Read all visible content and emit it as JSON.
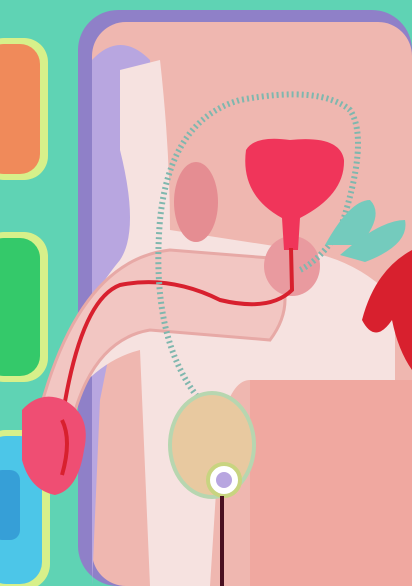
{
  "palette": {
    "background_teal": "#5fd3b4",
    "panel_frame": "#8f80c8",
    "panel_body": "#efb7b0",
    "panel_lower": "#f0a8a0",
    "tissue_light": "#f6e2e0",
    "tissue_pink": "#f2c6c2",
    "urethra_red": "#d8202e",
    "bladder_red": "#f0355a",
    "duct_teal": "#7fb7ae",
    "vesicle_teal": "#74cbbd",
    "testis_tan": "#e8c9a0",
    "glans_pink": "#ef4e73",
    "button_orange": "#f08a5a",
    "button_green": "#34c96a",
    "button_cyan": "#4cc6e8",
    "button_glow": "#d7f08a"
  },
  "side_buttons": [
    {
      "name": "orange-tab"
    },
    {
      "name": "green-tab"
    },
    {
      "name": "cyan-tab"
    }
  ],
  "diagram_parts": [
    "bladder",
    "urethra",
    "vas-deferens",
    "seminal-vesicle",
    "prostate",
    "testis",
    "glans",
    "rectum"
  ]
}
